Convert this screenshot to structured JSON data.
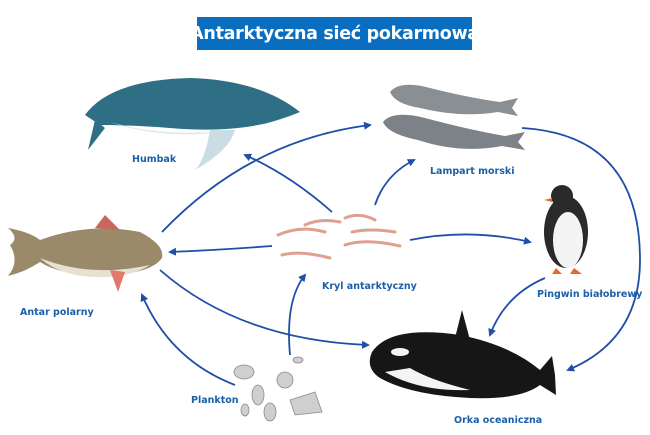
{
  "title": "Antarktyczna sieć pokarmowa",
  "colors": {
    "title_bg": "#0a6ec0",
    "label": "#1b5fa8",
    "arrow": "#1f4fa8"
  },
  "organisms": {
    "humbak": "Humbak",
    "lampart": "Lampart morski",
    "antar": "Antar polarny",
    "kryl": "Kryl antarktyczny",
    "pingwin": "Pingwin białobrewy",
    "plankton": "Plankton",
    "orka": "Orka oceaniczna"
  },
  "links": [
    [
      "kryl",
      "humbak"
    ],
    [
      "antar",
      "lampart"
    ],
    [
      "kryl",
      "lampart"
    ],
    [
      "kryl",
      "antar"
    ],
    [
      "kryl",
      "pingwin"
    ],
    [
      "lampart",
      "orka"
    ],
    [
      "pingwin",
      "orka"
    ],
    [
      "antar",
      "orka"
    ],
    [
      "plankton",
      "antar"
    ],
    [
      "plankton",
      "kryl"
    ]
  ]
}
